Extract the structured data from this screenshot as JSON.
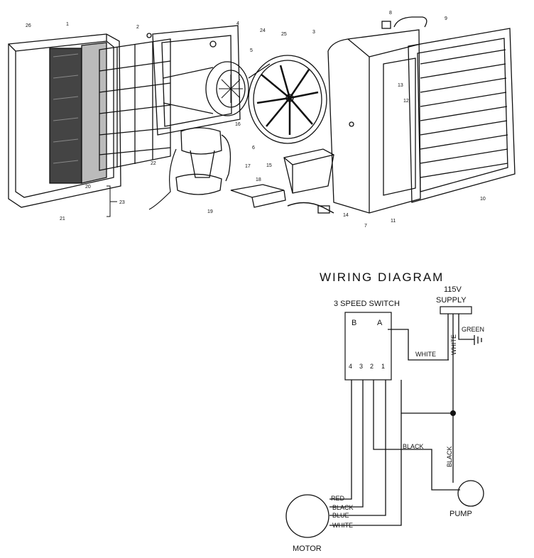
{
  "diagram": {
    "title": "WIRING DIAGRAM",
    "supply_voltage": "115V",
    "supply_word": "SUPPLY",
    "switch_label": "3 SPEED SWITCH",
    "terminals": {
      "B": "B",
      "A": "A",
      "t4": "4",
      "t3": "3",
      "t2": "2",
      "t1": "1"
    },
    "wires": {
      "white_top": "WHITE",
      "white_vertical": "WHITE",
      "green": "GREEN",
      "black_mid": "BLACK",
      "black_vertical": "BLACK",
      "red": "RED",
      "black_motor": "BLACK",
      "blue": "BLUE",
      "white_motor": "WHITE"
    },
    "components": {
      "motor": "MOTOR",
      "pump": "PUMP"
    }
  },
  "parts": {
    "callouts": [
      "26",
      "1",
      "2",
      "4",
      "24",
      "25",
      "3",
      "8",
      "9",
      "5",
      "13",
      "12",
      "16",
      "6",
      "17",
      "22",
      "20",
      "21",
      "23",
      "19",
      "18",
      "15",
      "14",
      "7",
      "11",
      "10"
    ]
  }
}
